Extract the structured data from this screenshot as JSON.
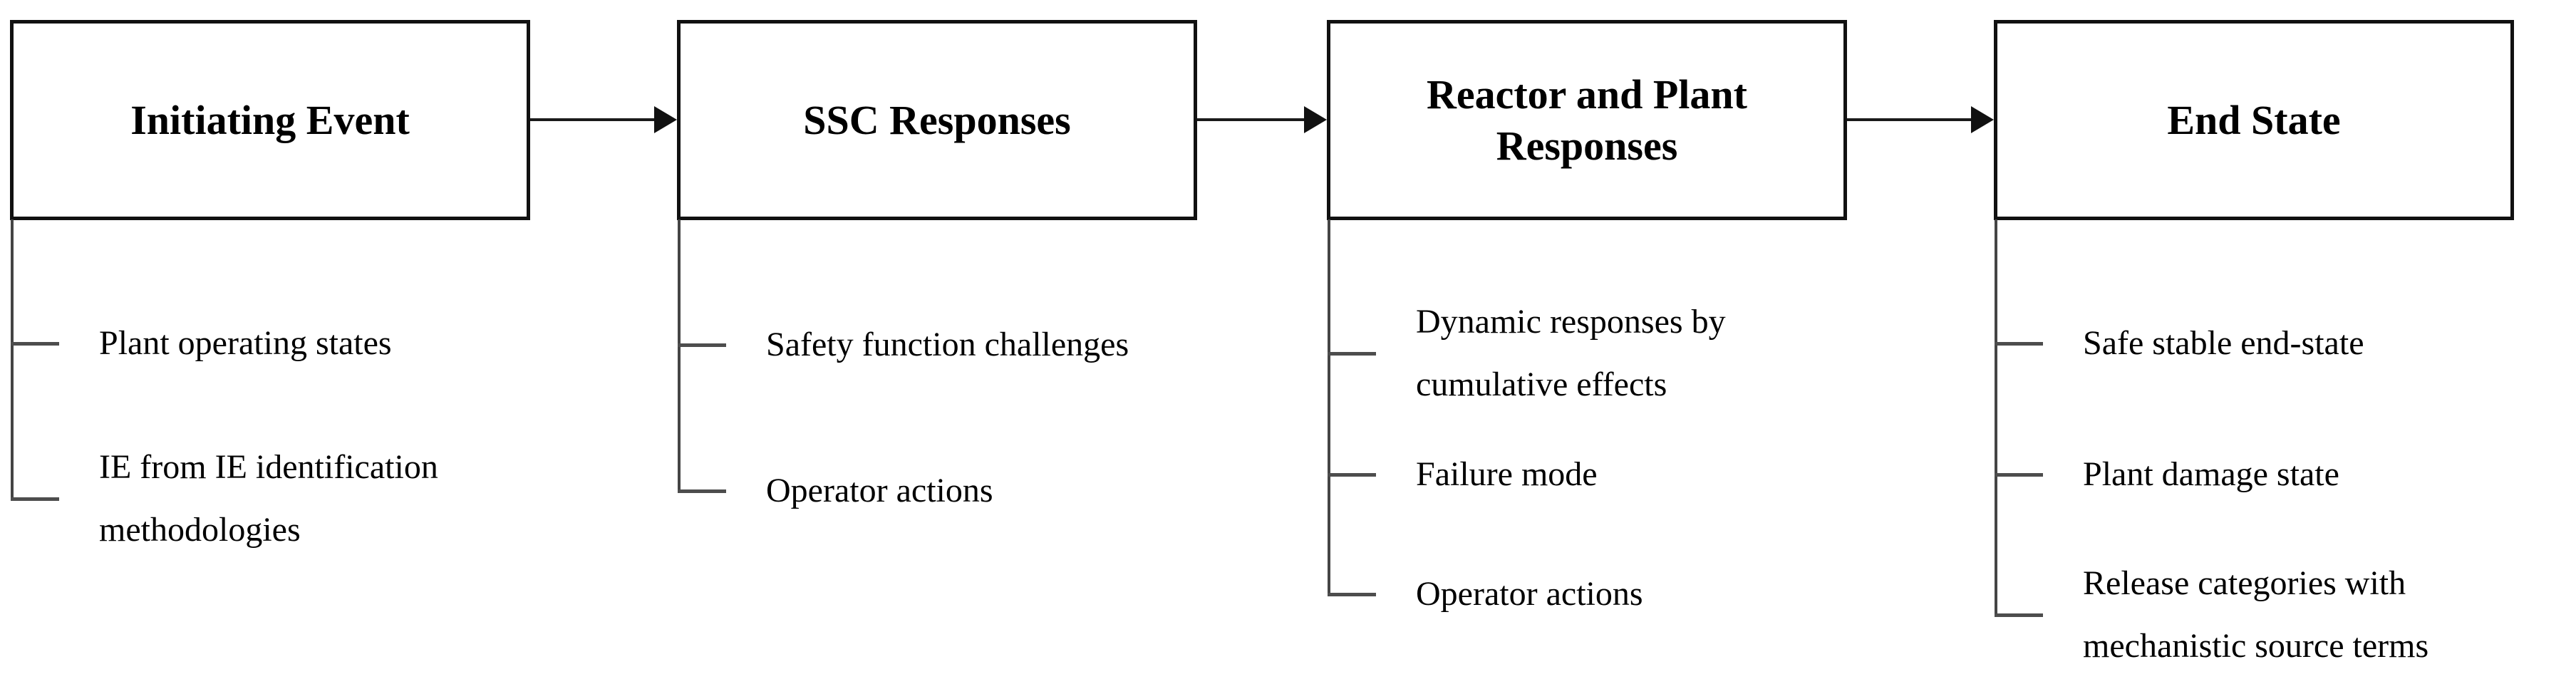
{
  "diagram": {
    "title_semantics": "Event sequence development flow",
    "columns": [
      {
        "box_title": "Initiating Event",
        "items": [
          "Plant operating states",
          "IE from IE identification\nmethodologies"
        ]
      },
      {
        "box_title": "SSC Responses",
        "items": [
          "Safety function challenges",
          "Operator actions"
        ]
      },
      {
        "box_title": "Reactor and Plant\nResponses",
        "items": [
          "Dynamic responses by\ncumulative effects",
          "Failure mode",
          "Operator actions"
        ]
      },
      {
        "box_title": "End State",
        "items": [
          "Safe stable end-state",
          "Plant damage state",
          "Release categories with\nmechanistic source terms"
        ]
      }
    ],
    "colors": {
      "box_border": "#111111",
      "connector": "#4d4d4d",
      "arrow": "#1a1a1a",
      "text": "#000000",
      "background": "#ffffff"
    }
  }
}
